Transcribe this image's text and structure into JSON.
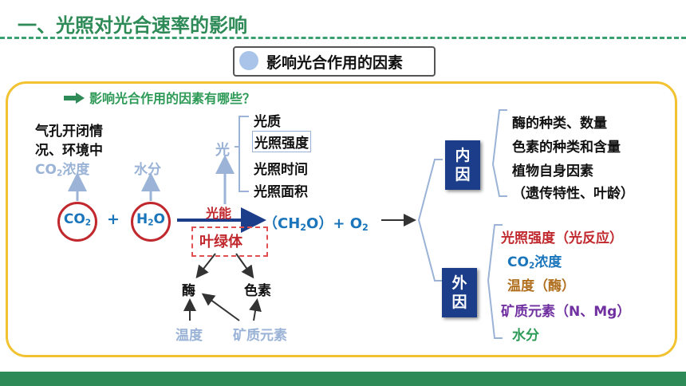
{
  "title": "一、光照对光合速率的影响",
  "subtitle": "影响光合作用的因素",
  "question": "影响光合作用的因素有哪些？",
  "left": {
    "stomata_line1": "气孔开闭情",
    "stomata_line2": "况、环境中",
    "co2_conc_prefix": "CO",
    "co2_conc_sub": "2",
    "co2_conc_suffix": "浓度",
    "water": "水分",
    "light": "光",
    "light_factors": [
      "光质",
      "光照强度",
      "光照时间",
      "光照面积"
    ],
    "co2_prefix": "CO",
    "co2_sub": "2",
    "plus": "+",
    "h2o_h": "H",
    "h2o_sub": "2",
    "h2o_o": "O",
    "energy": "光能",
    "chlorophyll": "叶绿体",
    "product_main": "（CH",
    "product_sub": "2",
    "product_rest": "O）+ O",
    "product_o2_sub": "2",
    "enzyme": "酶",
    "pigment": "色素",
    "temperature": "温度",
    "minerals": "矿质元素"
  },
  "right": {
    "internal": "内因",
    "external": "外因",
    "internal_items": [
      "酶的种类、数量",
      "色素的种类和含量",
      "植物自身因素",
      "（遗传特性、叶龄）"
    ],
    "ext_light": "光照强度（光反应）",
    "ext_co2_prefix": "CO",
    "ext_co2_sub": "2",
    "ext_co2_suffix": "浓度",
    "ext_temp": "温度（酶）",
    "ext_minerals": "矿质元素（N、Mg）",
    "ext_water": "水分"
  },
  "colors": {
    "green": "#2e8b57",
    "red": "#c0282d",
    "blue": "#1b75bb",
    "navy": "#1c3d8a",
    "pale_blue": "#9ab3d6",
    "purple": "#7030a0",
    "brown": "#b07020",
    "frame": "#f2c231"
  }
}
